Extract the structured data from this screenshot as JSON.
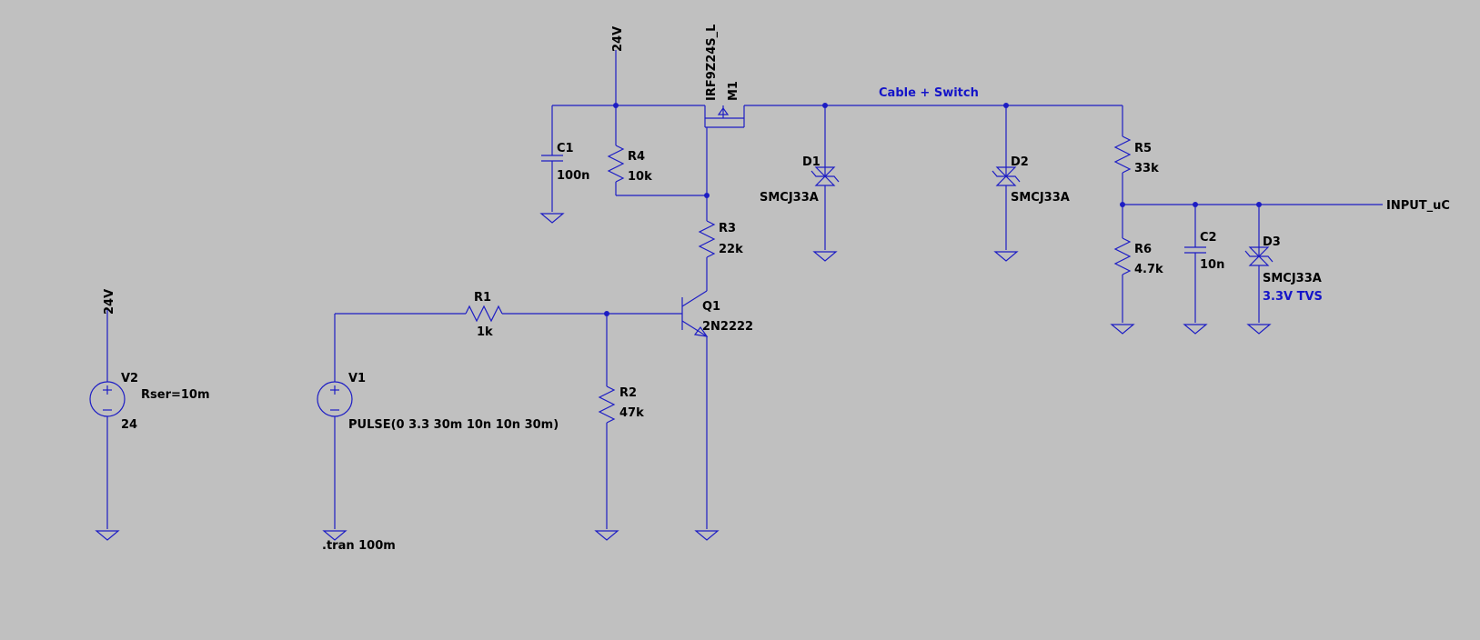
{
  "colors": {
    "background": "#c0c0c0",
    "wire": "#1d1dc4",
    "label": "#000000",
    "comment": "#1414c8"
  },
  "labels": {
    "v2_net": "24V",
    "v2_name": "V2",
    "v2_param": "Rser=10m",
    "v2_value": "24",
    "v1_name": "V1",
    "v1_value": "PULSE(0 3.3 30m 10n 10n 30m)",
    "tran": ".tran 100m",
    "r1_name": "R1",
    "r1_value": "1k",
    "r2_name": "R2",
    "r2_value": "47k",
    "q1_name": "Q1",
    "q1_value": "2N2222",
    "r3_name": "R3",
    "r3_value": "22k",
    "r4_name": "R4",
    "r4_value": "10k",
    "c1_name": "C1",
    "c1_value": "100n",
    "top_net": "24V",
    "m1_model": "IRF9Z24S_L",
    "m1_name": "M1",
    "cable_comment": "Cable + Switch",
    "d1_name": "D1",
    "d1_value": "SMCJ33A",
    "d2_name": "D2",
    "d2_value": "SMCJ33A",
    "r5_name": "R5",
    "r5_value": "33k",
    "r6_name": "R6",
    "r6_value": "4.7k",
    "c2_name": "C2",
    "c2_value": "10n",
    "d3_name": "D3",
    "d3_value": "SMCJ33A",
    "d3_comment": "3.3V TVS",
    "output_net": "INPUT_uC"
  }
}
